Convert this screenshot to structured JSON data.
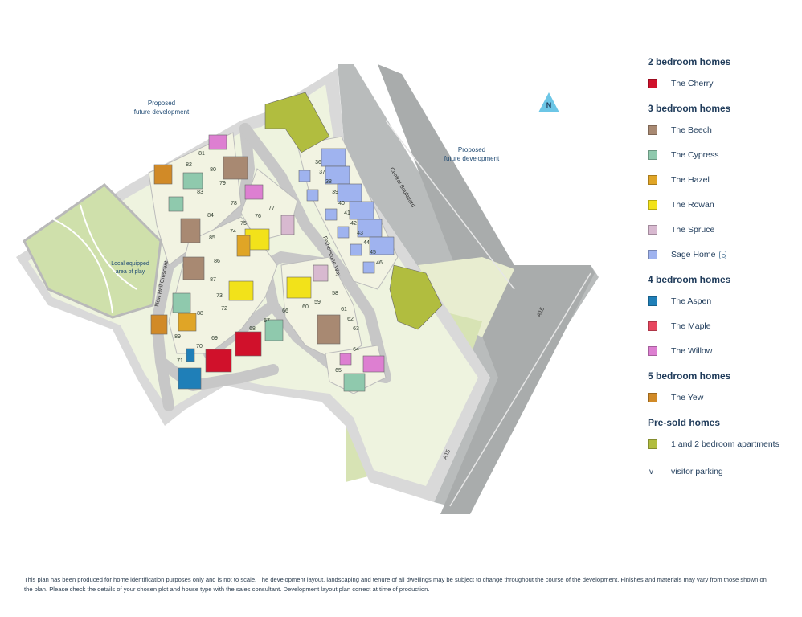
{
  "map": {
    "labels": {
      "proposed_nw": [
        "Proposed",
        "future development"
      ],
      "proposed_e": [
        "Proposed",
        "future development"
      ],
      "play_area": [
        "Local equipped",
        "area of play"
      ],
      "north": "N"
    },
    "roads": {
      "new_hall": "New Hall Crescent",
      "central": "Central Boulevard",
      "fetherstone": "Fetherstone Way",
      "a15_upper": "A15",
      "a15_lower": "A15"
    },
    "plot_numbers": [
      "36",
      "37",
      "38",
      "39",
      "40",
      "41",
      "42",
      "43",
      "44",
      "45",
      "46",
      "58",
      "59",
      "60",
      "61",
      "62",
      "63",
      "64",
      "65",
      "66",
      "67",
      "68",
      "69",
      "70",
      "71",
      "72",
      "73",
      "74",
      "75",
      "76",
      "77",
      "78",
      "79",
      "80",
      "81",
      "82",
      "83",
      "84",
      "85",
      "86",
      "87",
      "88",
      "89"
    ]
  },
  "legend": {
    "sections": [
      {
        "heading": "2 bedroom homes",
        "items": [
          {
            "label": "The Cherry",
            "color": "#d0112b"
          }
        ]
      },
      {
        "heading": "3 bedroom homes",
        "items": [
          {
            "label": "The Beech",
            "color": "#a88972"
          },
          {
            "label": "The Cypress",
            "color": "#8fc9ad"
          },
          {
            "label": "The Hazel",
            "color": "#e0a526"
          },
          {
            "label": "The Rowan",
            "color": "#f2e21a"
          },
          {
            "label": "The Spruce",
            "color": "#d8b9d0"
          },
          {
            "label": "Sage Home",
            "color": "#9fb3ef",
            "badge": "sage-icon"
          }
        ]
      },
      {
        "heading": "4 bedroom homes",
        "items": [
          {
            "label": "The Aspen",
            "color": "#1f7fb8"
          },
          {
            "label": "The Maple",
            "color": "#e8475f"
          },
          {
            "label": "The Willow",
            "color": "#dd7fd1"
          }
        ]
      },
      {
        "heading": "5 bedroom homes",
        "items": [
          {
            "label": "The Yew",
            "color": "#d18a27"
          }
        ]
      },
      {
        "heading": "Pre-sold homes",
        "items": [
          {
            "label": "1 and 2 bedroom apartments",
            "color": "#b1bd3f"
          }
        ]
      }
    ],
    "parking": {
      "key": "v",
      "label": "visitor parking"
    }
  },
  "disclaimer": "This plan has been produced for home identification purposes only and is not to scale. The development layout, landscaping and tenure of all dwellings may be subject to change throughout the course of the development. Finishes and materials may vary from those shown on the plan. Please check the details of your chosen plot and house type with the sales consultant. Development layout plan correct at time of production."
}
